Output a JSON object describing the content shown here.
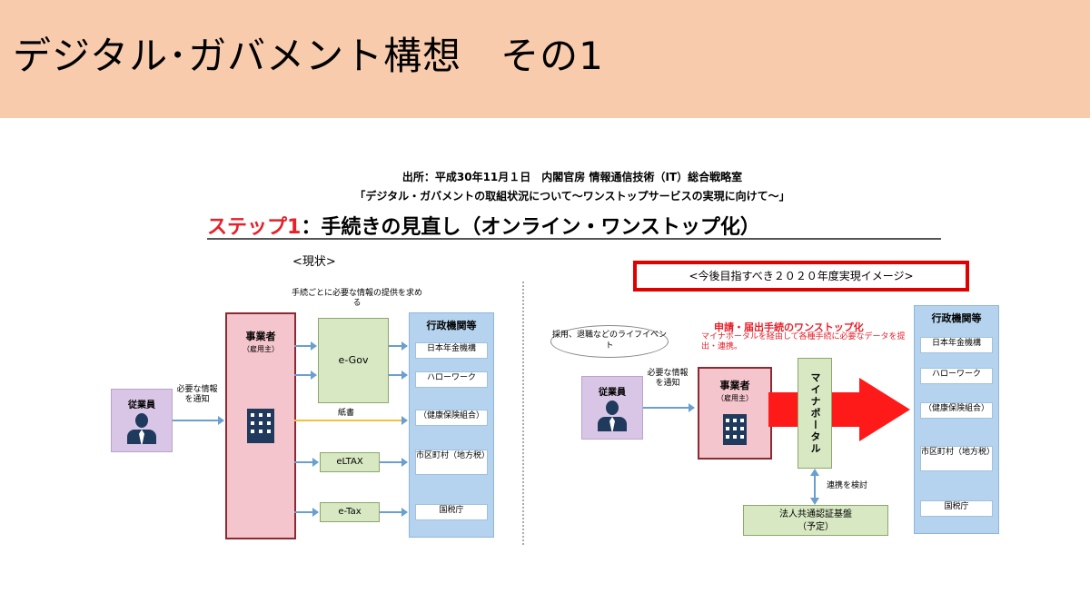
{
  "header": {
    "title": "デジタル･ガバメント構想　その1"
  },
  "source": {
    "line1": "出所：平成30年11月１日　内閣官房 情報通信技術（IT）総合戦略室",
    "line2": "「デジタル・ガバメントの取組状況について～ワンストップサービスの実現に向けて～」"
  },
  "step": {
    "label": "ステップ1",
    "title": "：手続きの見直し（オンライン・ワンストップ化）"
  },
  "current": {
    "heading": "<現状>",
    "note": "手続ごとに必要な情報の提供を求める",
    "employee": "従業員",
    "employee_note": "必要な情報を通知",
    "employer": "事業者",
    "employer_sub": "（雇用主）",
    "systems": [
      "e-Gov",
      "eLTAX",
      "e-Tax"
    ],
    "paper_label": "紙書",
    "gov_title": "行政機関等",
    "gov_items": [
      "日本年金機構",
      "ハローワーク",
      "（健康保険組合）",
      "市区町村（地方税）",
      "国税庁"
    ]
  },
  "future": {
    "heading": "<今後目指すべき２０２０年度実現イメージ>",
    "bubble": "採用、退職などのライフイベント",
    "employee": "従業員",
    "employee_note": "必要な情報を通知",
    "employer": "事業者",
    "employer_sub": "（雇用主）",
    "red_title": "申請・届出手続のワンストップ化",
    "red_sub": "マイナポータルを経由して各種手続に必要なデータを提出・連携。",
    "portal": "マイナポータル",
    "link_note": "連携を検討",
    "hojin": "法人共通認証基盤",
    "hojin_sub": "（予定）",
    "gov_title": "行政機関等",
    "gov_items": [
      "日本年金機構",
      "ハローワーク",
      "（健康保険組合）",
      "市区町村（地方税）",
      "国税庁"
    ]
  },
  "colors": {
    "banner": "#f8cbad",
    "accent_red": "#e8202a",
    "employer_fill": "#f4c5cc",
    "gov_fill": "#b5d3ee",
    "system_fill": "#d8e8c3",
    "employee_fill": "#d9c6e6"
  }
}
